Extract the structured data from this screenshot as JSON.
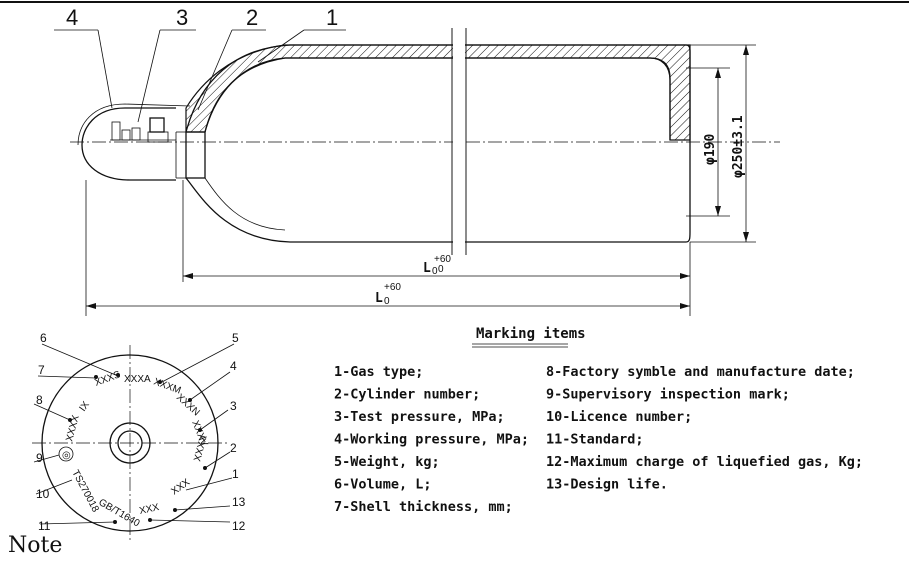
{
  "callouts": [
    "4",
    "3",
    "2",
    "1"
  ],
  "dimensions": {
    "phi_inner": "φ190",
    "phi_outer": "φ250±3.1",
    "l0_inner": "L",
    "l0_inner_sub": "0",
    "l0_inner_tol": "+60",
    "l0_inner_tol2": "0",
    "l0_outer": "L",
    "l0_outer_sub": "0",
    "l0_outer_tol": "+60"
  },
  "marking_title": "Marking items",
  "legend_left": [
    "1-Gas type;",
    "2-Cylinder number;",
    "3-Test pressure, MPa;",
    "4-Working pressure, MPa;",
    "5-Weight, kg;",
    "6-Volume, L;",
    "7-Shell thickness, mm;"
  ],
  "legend_right": [
    "8-Factory symble and manufacture date;",
    "9-Supervisory inspection mark;",
    "10-Licence number;",
    "11-Standard;",
    "12-Maximum charge of liquefied gas, Kg;",
    "13-Design life."
  ],
  "disk_numbers": [
    "6",
    "5",
    "7",
    "4",
    "8",
    "3",
    "2",
    "9",
    "1",
    "10",
    "13",
    "11",
    "12"
  ],
  "disk_marks": {
    "xxxs": "XXXS",
    "xxxa": "XXXA",
    "xxxm": "XXXM",
    "xxxn": "XXXN",
    "xxxv": "XXXV",
    "xxxx": "XXXX",
    "xxx_bottom": "XXX",
    "xxx_bottom2": "XXX",
    "gb": "GB/T1640",
    "ts": "TS270018",
    "xxxx_left": "XXXX",
    "ix": "IX"
  },
  "note": "Note"
}
